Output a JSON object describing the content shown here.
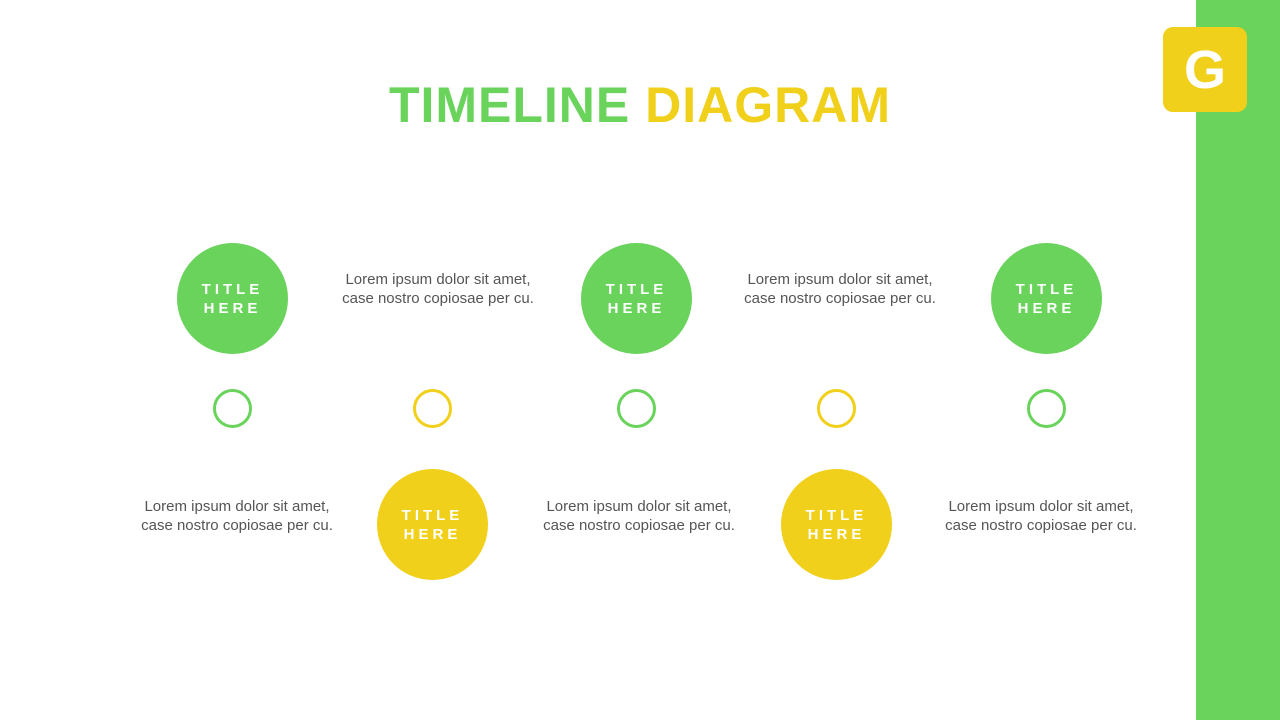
{
  "logo": {
    "letter": "G"
  },
  "title": {
    "word1": "TIMELINE",
    "word2": "DIAGRAM"
  },
  "items": [
    {
      "title_line1": "TITLE",
      "title_line2": "HERE",
      "desc": "Lorem ipsum dolor sit amet, case nostro copiosae per cu.",
      "color": "#69d35b"
    },
    {
      "title_line1": "TITLE",
      "title_line2": "HERE",
      "desc": "Lorem ipsum dolor sit amet, case nostro copiosae per cu.",
      "color": "#f0d01a"
    },
    {
      "title_line1": "TITLE",
      "title_line2": "HERE",
      "desc": "Lorem ipsum dolor sit amet, case nostro copiosae per cu.",
      "color": "#69d35b"
    },
    {
      "title_line1": "TITLE",
      "title_line2": "HERE",
      "desc": "Lorem ipsum dolor sit amet, case nostro copiosae per cu.",
      "color": "#f0d01a"
    },
    {
      "title_line1": "TITLE",
      "title_line2": "HERE",
      "desc": "Lorem ipsum dolor sit amet, case nostro copiosae per cu.",
      "color": "#69d35b"
    }
  ],
  "colors": {
    "green": "#69d35b",
    "yellow": "#f0d01a",
    "text": "#555555"
  }
}
